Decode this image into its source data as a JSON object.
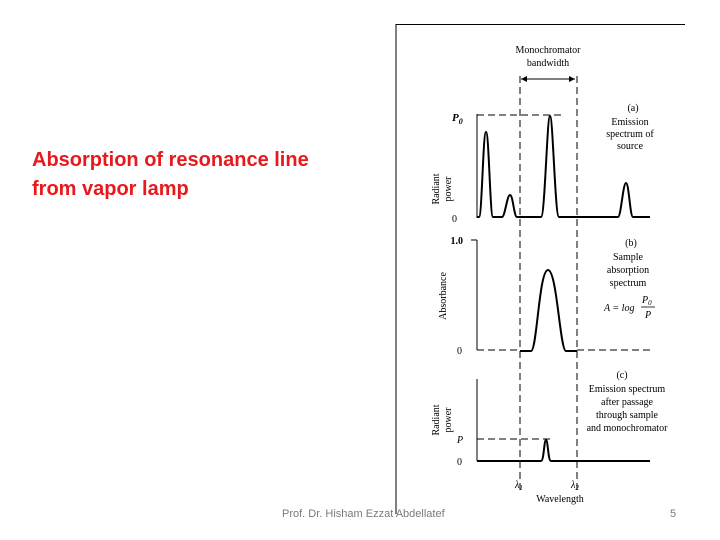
{
  "slide": {
    "title": "Absorption of resonance line\nfrom vapor lamp",
    "footer_author": "Prof. Dr. Hisham Ezzat Abdellatef",
    "page_number": "5"
  },
  "figure": {
    "monochromator_label_line1": "Monochromator",
    "monochromator_label_line2": "bandwidth",
    "panel_a": {
      "tag": "(a)",
      "caption_lines": [
        "Emission",
        "spectrum of",
        "source"
      ],
      "y_label_line1": "Radiant",
      "y_label_line2": "power",
      "y_top_label": "P",
      "y_top_subscript": "0",
      "y_zero_label": "0"
    },
    "panel_b": {
      "tag": "(b)",
      "caption_lines": [
        "Sample",
        "absorption",
        "spectrum"
      ],
      "equation_lhs": "A = log",
      "equation_num": "P",
      "equation_num_sub": "0",
      "equation_den": "P",
      "y_label": "Absorbance",
      "y_top_label": "1.0",
      "y_zero_label": "0"
    },
    "panel_c": {
      "tag": "(c)",
      "caption_lines": [
        "Emission spectrum",
        "after passage",
        "through sample",
        "and monochromator"
      ],
      "y_label_line1": "Radiant",
      "y_label_line2": "power",
      "y_p_label": "P",
      "y_zero_label": "0"
    },
    "lambda1": "λ",
    "lambda1_sub": "1",
    "lambda2": "λ",
    "lambda2_sub": "2",
    "x_label": "Wavelength",
    "line_color": "#000000"
  }
}
